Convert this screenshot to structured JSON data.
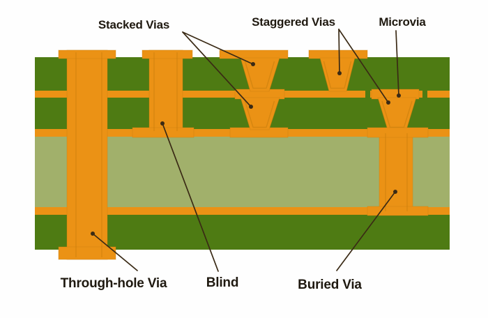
{
  "diagram": {
    "labels": {
      "stacked": "Stacked Vias",
      "staggered": "Staggered Vias",
      "microvia": "Microvia",
      "through_hole": "Through-hole Via",
      "blind": "Blind",
      "buried": "Buried Via"
    },
    "colors": {
      "copper": "#EB9215",
      "copper_edge": "#C57C0C",
      "dielectric": "#4E7B13",
      "core": "#A1B06B",
      "arrow": "#3A2A15",
      "text": "#1F1910",
      "background": "#FEFEFE"
    }
  }
}
